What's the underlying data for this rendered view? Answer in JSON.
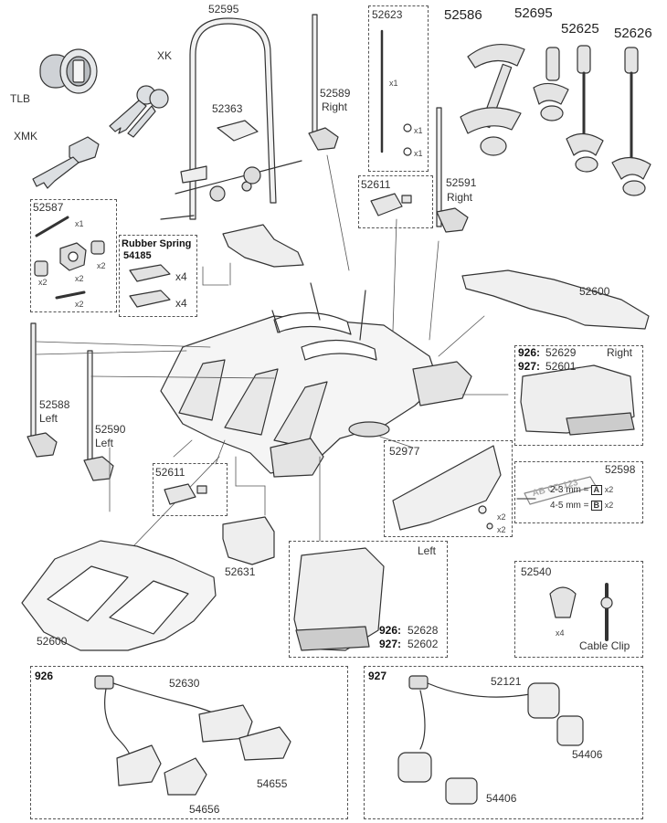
{
  "labels": {
    "tlb": "TLB",
    "xk": "XK",
    "xmk": "XMK",
    "p52595": "52595",
    "p52363": "52363",
    "p52589": "52589",
    "p52589_side": "Right",
    "p52623": "52623",
    "p52623_x1a": "x1",
    "p52623_x1b": "x1",
    "p52623_x1c": "x1",
    "p52586": "52586",
    "p52695": "52695",
    "p52625": "52625",
    "p52626": "52626",
    "p52587": "52587",
    "p52587_x1": "x1",
    "p52587_x2a": "x2",
    "p52587_x2b": "x2",
    "p52587_x2c": "x2",
    "p52587_x2d": "x2",
    "rubber_spring": "Rubber Spring",
    "p54185": "54185",
    "rs_x4a": "x4",
    "rs_x4b": "x4",
    "p52611_top": "52611",
    "p52591": "52591",
    "p52591_side": "Right",
    "p52600_top": "52600",
    "p52588": "52588",
    "p52588_side": "Left",
    "p52590": "52590",
    "p52590_side": "Left",
    "v926_right": "926:",
    "p52629": "52629",
    "right_side": "Right",
    "v927_right": "927:",
    "p52601": "52601",
    "p52977": "52977",
    "p52977_x2a": "x2",
    "p52977_x2b": "x2",
    "p52611_bottom": "52611",
    "p52598": "52598",
    "plate_text": "AB CD 123",
    "mm_23": "2-3 mm =",
    "tag_a": "A",
    "tag_a_x2": "x2",
    "mm_45": "4-5 mm =",
    "tag_b": "B",
    "tag_b_x2": "x2",
    "p52631": "52631",
    "left_side": "Left",
    "v926_left": "926:",
    "p52628": "52628",
    "v927_left": "927:",
    "p52602": "52602",
    "p52540": "52540",
    "p52540_x4": "x4",
    "cable_clip": "Cable Clip",
    "p52600_bottom": "52600",
    "v926_box": "926",
    "p52630": "52630",
    "p54655": "54655",
    "p54656": "54656",
    "v927_box": "927",
    "p52121": "52121",
    "p54406_a": "54406",
    "p54406_b": "54406"
  }
}
